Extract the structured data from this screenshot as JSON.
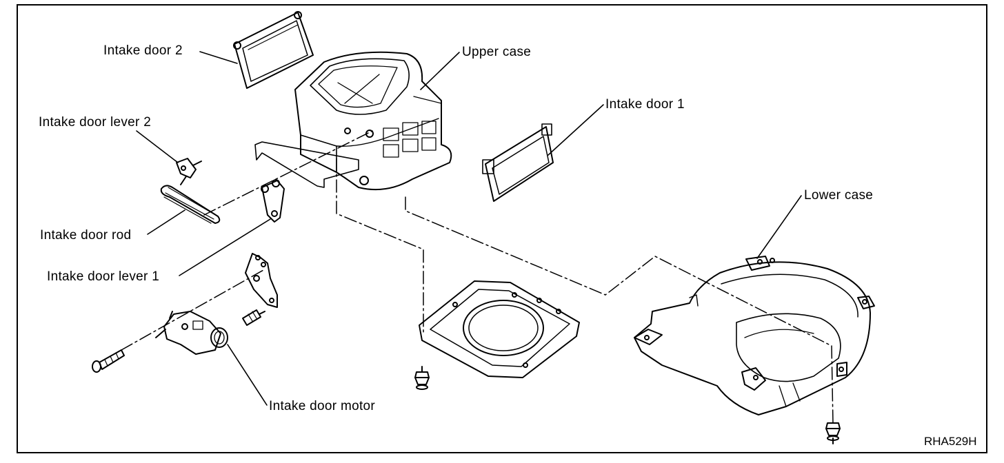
{
  "diagram": {
    "labels": {
      "intake_door_2": "Intake door 2",
      "upper_case": "Upper case",
      "intake_door_1": "Intake door 1",
      "intake_door_lever_2": "Intake door lever 2",
      "lower_case": "Lower case",
      "intake_door_rod": "Intake door rod",
      "intake_door_lever_1": "Intake door lever 1",
      "intake_door_motor": "Intake door motor"
    },
    "figure_code": "RHA529H"
  },
  "colors": {
    "ink": "#000000",
    "paper": "#ffffff"
  }
}
